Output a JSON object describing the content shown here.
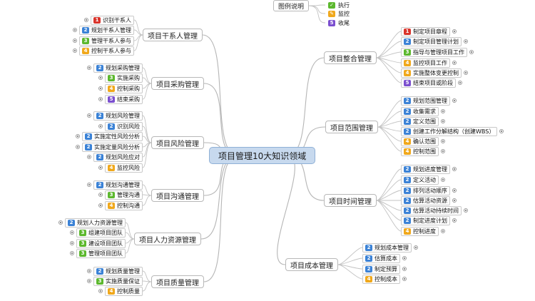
{
  "center": "项目管理10大知识领域",
  "legend": {
    "title": "图例说明",
    "items": [
      {
        "badge": "3",
        "mark": "✓",
        "label": "执行"
      },
      {
        "badge": "4",
        "mark": "✎",
        "label": "监控"
      },
      {
        "badge": "5",
        "mark": "5",
        "label": "收尾"
      }
    ]
  },
  "branches": [
    {
      "key": "stakeholder",
      "side": "left",
      "label": "项目干系人管理",
      "children": [
        {
          "badge": "1",
          "text": "识别干系人"
        },
        {
          "badge": "2",
          "text": "规划干系人管理"
        },
        {
          "badge": "3",
          "text": "管理干系人参与"
        },
        {
          "badge": "4",
          "text": "控制干系人参与"
        }
      ]
    },
    {
      "key": "procurement",
      "side": "left",
      "label": "项目采购管理",
      "children": [
        {
          "badge": "2",
          "text": "规划采购管理"
        },
        {
          "badge": "3",
          "text": "实施采购"
        },
        {
          "badge": "4",
          "text": "控制采购"
        },
        {
          "badge": "5",
          "text": "结束采购"
        }
      ]
    },
    {
      "key": "risk",
      "side": "left",
      "label": "项目风险管理",
      "children": [
        {
          "badge": "2",
          "text": "规划风险管理"
        },
        {
          "badge": "2",
          "text": "识别风险"
        },
        {
          "badge": "2",
          "text": "实施定性风险分析"
        },
        {
          "badge": "2",
          "text": "实施定量风险分析"
        },
        {
          "badge": "2",
          "text": "规划风险应对"
        },
        {
          "badge": "4",
          "text": "监控风险"
        }
      ]
    },
    {
      "key": "communication",
      "side": "left",
      "label": "项目沟通管理",
      "children": [
        {
          "badge": "2",
          "text": "规划沟通管理"
        },
        {
          "badge": "3",
          "text": "管理沟通"
        },
        {
          "badge": "4",
          "text": "控制沟通"
        }
      ]
    },
    {
      "key": "hr",
      "side": "left",
      "label": "项目人力资源管理",
      "children": [
        {
          "badge": "2",
          "text": "规划人力资源管理"
        },
        {
          "badge": "3",
          "text": "组建项目团队"
        },
        {
          "badge": "3",
          "text": "建设项目团队"
        },
        {
          "badge": "3",
          "text": "管理项目团队"
        }
      ]
    },
    {
      "key": "quality",
      "side": "left",
      "label": "项目质量管理",
      "children": [
        {
          "badge": "2",
          "text": "规划质量管理"
        },
        {
          "badge": "3",
          "text": "实施质量保证"
        },
        {
          "badge": "4",
          "text": "控制质量"
        }
      ]
    },
    {
      "key": "integration",
      "side": "right",
      "label": "项目整合管理",
      "children": [
        {
          "badge": "1",
          "text": "制定项目章程"
        },
        {
          "badge": "2",
          "text": "制定项目管理计划"
        },
        {
          "badge": "3",
          "text": "指导与管理项目工作"
        },
        {
          "badge": "4",
          "text": "监控项目工作"
        },
        {
          "badge": "4",
          "text": "实施整体变更控制"
        },
        {
          "badge": "5",
          "text": "结束项目或阶段"
        }
      ]
    },
    {
      "key": "scope",
      "side": "right",
      "label": "项目范围管理",
      "children": [
        {
          "badge": "2",
          "text": "规划范围管理"
        },
        {
          "badge": "2",
          "text": "收集需求"
        },
        {
          "badge": "2",
          "text": "定义范围"
        },
        {
          "badge": "2",
          "text": "创建工作分解结构（创建WBS）"
        },
        {
          "badge": "4",
          "text": "确认范围"
        },
        {
          "badge": "4",
          "text": "控制范围"
        }
      ]
    },
    {
      "key": "time",
      "side": "right",
      "label": "项目时间管理",
      "children": [
        {
          "badge": "2",
          "text": "规划进度管理"
        },
        {
          "badge": "2",
          "text": "定义活动"
        },
        {
          "badge": "2",
          "text": "排列活动顺序"
        },
        {
          "badge": "2",
          "text": "估算活动资源"
        },
        {
          "badge": "2",
          "text": "估算活动持续时间"
        },
        {
          "badge": "2",
          "text": "制定进度计划"
        },
        {
          "badge": "4",
          "text": "控制进度"
        }
      ]
    },
    {
      "key": "cost",
      "side": "right",
      "label": "项目成本管理",
      "children": [
        {
          "badge": "2",
          "text": "规划成本管理"
        },
        {
          "badge": "2",
          "text": "估算成本"
        },
        {
          "badge": "2",
          "text": "制定预算"
        },
        {
          "badge": "4",
          "text": "控制成本"
        }
      ]
    }
  ]
}
